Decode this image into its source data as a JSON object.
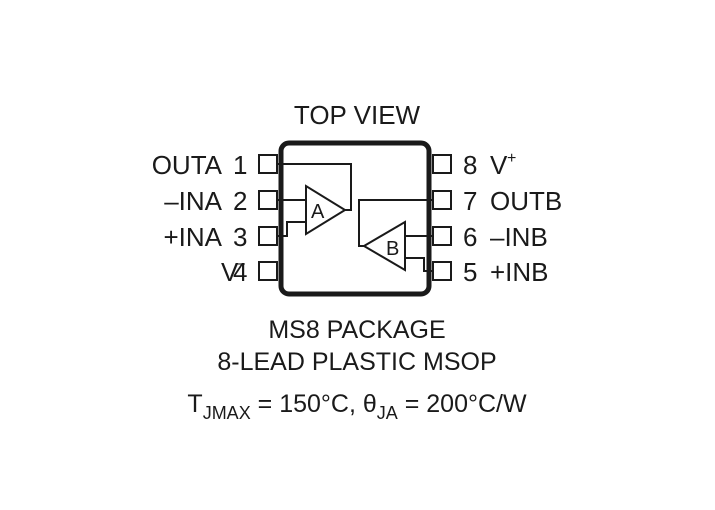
{
  "header": {
    "title": "TOP VIEW"
  },
  "pins_left": [
    {
      "number": "1",
      "name": "OUTA"
    },
    {
      "number": "2",
      "name": "–INA"
    },
    {
      "number": "3",
      "name": "+INA"
    },
    {
      "number": "4",
      "name": "V",
      "name_sup": "–"
    }
  ],
  "pins_right": [
    {
      "number": "8",
      "name": "V",
      "name_sup": "+"
    },
    {
      "number": "7",
      "name": "OUTB"
    },
    {
      "number": "6",
      "name": "–INB"
    },
    {
      "number": "5",
      "name": "+INB"
    }
  ],
  "amplifiers": {
    "a": "A",
    "b": "B"
  },
  "footer": {
    "package_line1": "MS8 PACKAGE",
    "package_line2": "8-LEAD PLASTIC MSOP",
    "thermal": {
      "t": "T",
      "t_sub": "JMAX",
      "t_value": " = 150°C, ",
      "theta": "θ",
      "theta_sub": "JA",
      "theta_value": " = 200°C/W"
    }
  }
}
